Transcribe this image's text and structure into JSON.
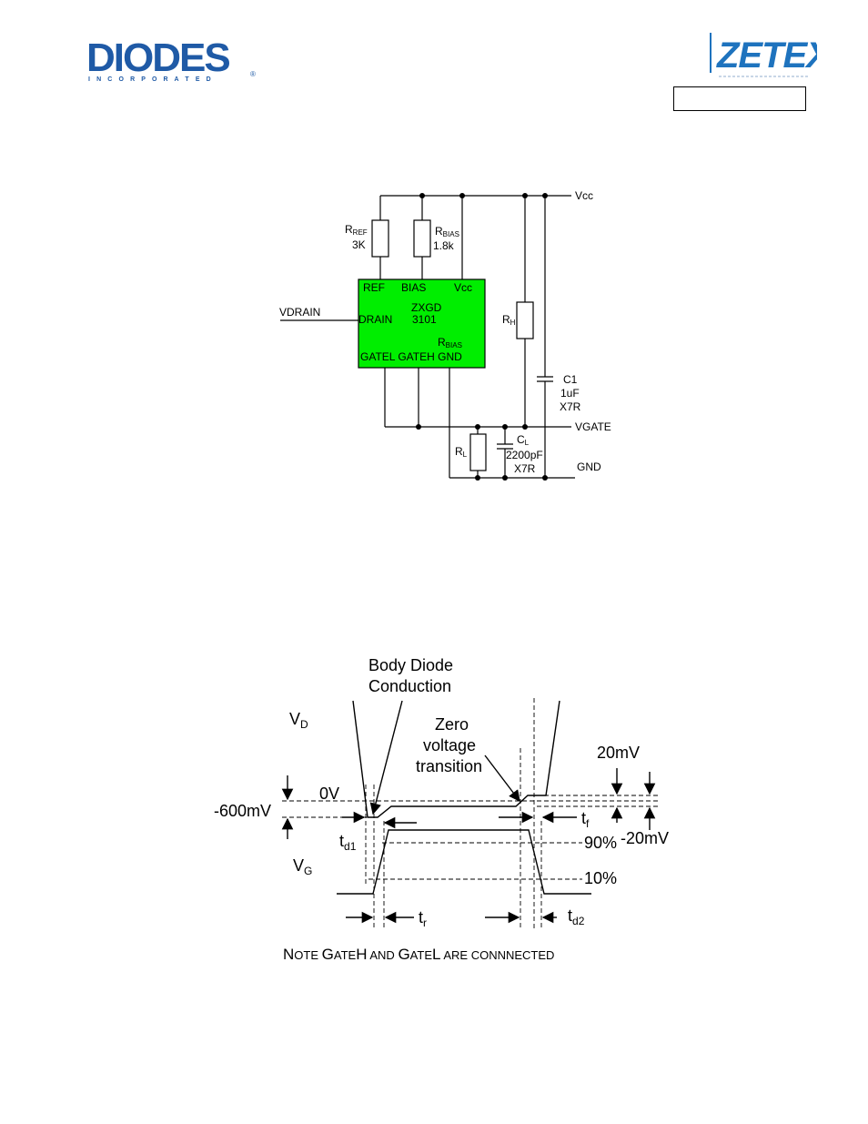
{
  "header": {
    "diodes_logo_text": "DIODES",
    "diodes_logo_sub": "I N C O R P O R A T E D",
    "diodes_logo_reg": "®",
    "zetex_logo_text": "ZETEX",
    "part_number_box": "",
    "colors": {
      "diodes_blue": "#1f5aa6",
      "zetex_blue": "#1e73be"
    }
  },
  "schematic": {
    "vcc": "Vcc",
    "vdrain": "VDRAIN",
    "vgate": "VGATE",
    "gnd": "GND",
    "rref_main": "R",
    "rref_sub": "REF",
    "rref_value": "3K",
    "rbias_main": "R",
    "rbias_sub": "BIAS",
    "rbias_value": "1.8k",
    "rh_main": "R",
    "rh_sub": "H",
    "rl_main": "R",
    "rl_sub": "L",
    "c1_name": "C1",
    "c1_value": "1uF",
    "c1_type": "X7R",
    "cl_main": "C",
    "cl_sub": "L",
    "cl_value": "2200pF",
    "cl_type": "X7R",
    "ic": {
      "pin_ref": "REF",
      "pin_bias": "BIAS",
      "pin_vcc": "Vcc",
      "part_line1": "ZXGD",
      "part_line2": "3101",
      "pin_drain": "DRAIN",
      "pin_rbias_main": "R",
      "pin_rbias_sub": "BIAS",
      "bottom_pins": "GATEL GATEH GND",
      "fill_color": "#00ee00"
    }
  },
  "timing": {
    "body_diode_1": "Body Diode",
    "body_diode_2": "Conduction",
    "vd_main": "V",
    "vd_sub": "D",
    "vg_main": "V",
    "vg_sub": "G",
    "zero_1": "Zero",
    "zero_2": "voltage",
    "zero_3": "transition",
    "zero_v": "0V",
    "minus_600mv": "-600mV",
    "plus_20mv": "20mV",
    "minus_20mv": "-20mV",
    "pct_90": "90%",
    "pct_10": "10%",
    "td1_main": "t",
    "td1_sub": "d1",
    "tr_main": "t",
    "tr_sub": "r",
    "tf_main": "t",
    "tf_sub": "f",
    "td2_main": "t",
    "td2_sub": "d2",
    "note_N": "N",
    "note_ote": "OTE ",
    "note_G1": "G",
    "note_ateH": "ATE",
    "note_H": "H",
    "note_and": " AND ",
    "note_G2": "G",
    "note_ateL": "ATE",
    "note_L": "L",
    "note_rest": " ARE CONNNECTED"
  }
}
